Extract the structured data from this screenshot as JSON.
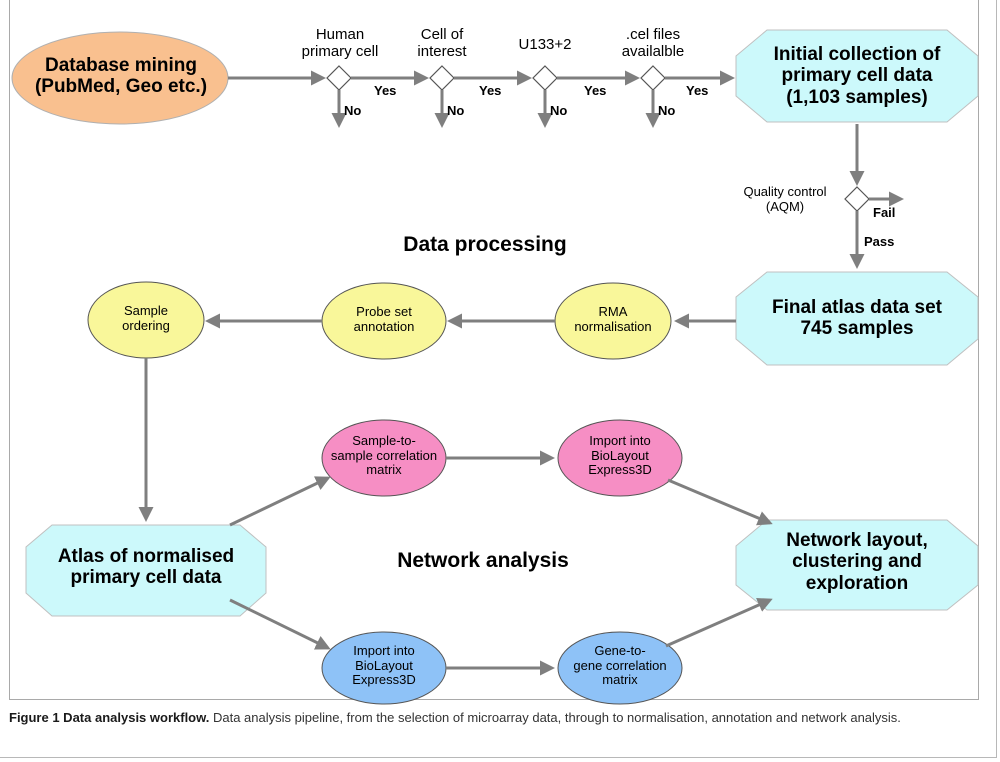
{
  "diagram": {
    "start": "Database mining\n(PubMed, Geo etc.)",
    "checks": [
      "Human\nprimary cell",
      "Cell of\ninterest",
      "U133+2",
      ".cel files\navailalble"
    ],
    "yes": "Yes",
    "no": "No",
    "initial": "Initial collection of\nprimary cell data\n(1,103 samples)",
    "qc": "Quality control\n(AQM)",
    "fail": "Fail",
    "pass": "Pass",
    "section_processing": "Data processing",
    "final": "Final atlas data set\n745 samples",
    "rma": "RMA\nnormalisation",
    "probe": "Probe set\nannotation",
    "ordering": "Sample\nordering",
    "atlas": "Atlas of normalised\nprimary cell data",
    "section_network": "Network analysis",
    "s2s": "Sample-to-\nsample correlation\nmatrix",
    "import_top": "Import into\nBioLayout\nExpress3D",
    "import_bottom": "Import into\nBioLayout\nExpress3D",
    "g2g": "Gene-to-\ngene correlation\nmatrix",
    "network": "Network layout,\nclustering and\nexploration",
    "colors": {
      "start": "#f9c08f",
      "octagon": "#ccf9fb",
      "yellow": "#f9f79a",
      "pink": "#f68ec4",
      "blue": "#8ec2f7",
      "arrow": "#7f7f7f"
    }
  },
  "caption": {
    "label": "Figure 1 Data analysis workflow.",
    "text": "Data analysis pipeline, from the selection of microarray data, through to normalisation, annotation and network analysis."
  }
}
